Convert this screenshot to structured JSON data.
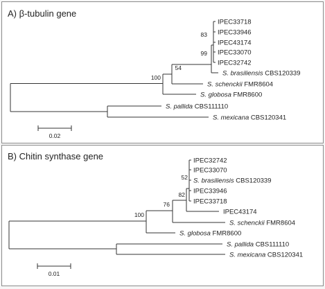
{
  "panels": [
    {
      "id": "a",
      "title": "A) β-tubulin gene",
      "scale_label": "0.02",
      "bootstrap": [
        "100",
        "54",
        "99",
        "83"
      ],
      "taxa": [
        {
          "code": "IPEC33718"
        },
        {
          "code": "IPEC33946"
        },
        {
          "code": "IPEC43174"
        },
        {
          "code": "IPEC33070"
        },
        {
          "code": "IPEC32742"
        },
        {
          "species": "S. brasiliensis",
          "strain": "CBS120339"
        },
        {
          "species": "S. schenckii",
          "strain": "FMR8604"
        },
        {
          "species": "S. globosa",
          "strain": "FMR8600"
        },
        {
          "species": "S. pallida",
          "strain": "CBS111110"
        },
        {
          "species": "S. mexicana",
          "strain": "CBS120341"
        }
      ]
    },
    {
      "id": "b",
      "title": "B) Chitin synthase gene",
      "scale_label": "0.01",
      "bootstrap": [
        "100",
        "76",
        "82",
        "52"
      ],
      "taxa": [
        {
          "code": "IPEC32742"
        },
        {
          "code": "IPEC33070"
        },
        {
          "species": "S. brasiliensis",
          "strain": "CBS120339"
        },
        {
          "code": "IPEC33946"
        },
        {
          "code": "IPEC33718"
        },
        {
          "code": "IPEC43174"
        },
        {
          "species": "S. schenckii",
          "strain": "FMR8604"
        },
        {
          "species": "S. globosa",
          "strain": "FMR8600"
        },
        {
          "species": "S. pallida",
          "strain": "CBS111110"
        },
        {
          "species": "S. mexicana",
          "strain": "CBS120341"
        }
      ]
    }
  ]
}
